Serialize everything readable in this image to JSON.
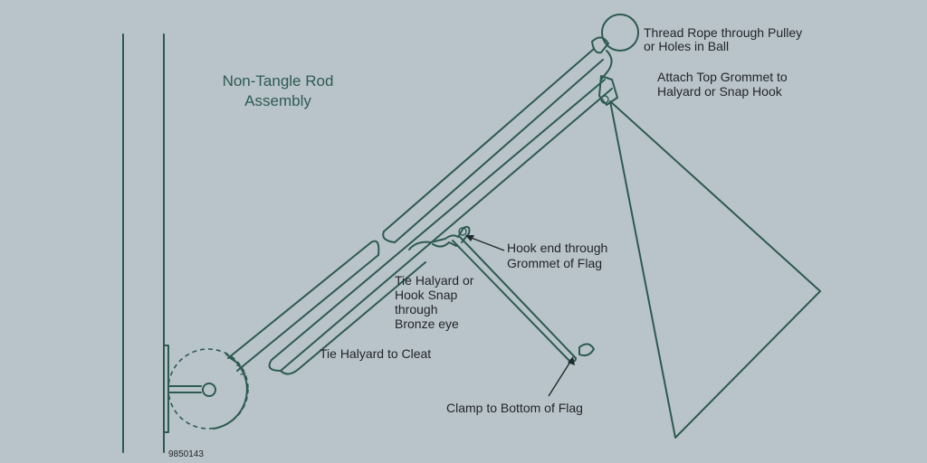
{
  "diagram": {
    "title_line1": "Non-Tangle Rod",
    "title_line2": "Assembly",
    "part_number": "9850143",
    "labels": {
      "thread_rope_line1": "Thread Rope through Pulley",
      "thread_rope_line2": "or Holes in Ball",
      "attach_top_line1": "Attach Top Grommet to",
      "attach_top_line2": "Halyard or Snap Hook",
      "hook_end_line1": "Hook end through",
      "hook_end_line2": "Grommet of Flag",
      "tie_halyard_line1": "Tie Halyard or",
      "tie_halyard_line2": "Hook Snap",
      "tie_halyard_line3": "through",
      "tie_halyard_line4": "Bronze eye",
      "tie_cleat": "Tie Halyard to Cleat",
      "clamp_bottom": "Clamp to Bottom of Flag"
    }
  },
  "colors": {
    "background": "#b9c4ca",
    "line": "#2d5a52",
    "title": "#2f5a54",
    "text": "#22262a"
  }
}
